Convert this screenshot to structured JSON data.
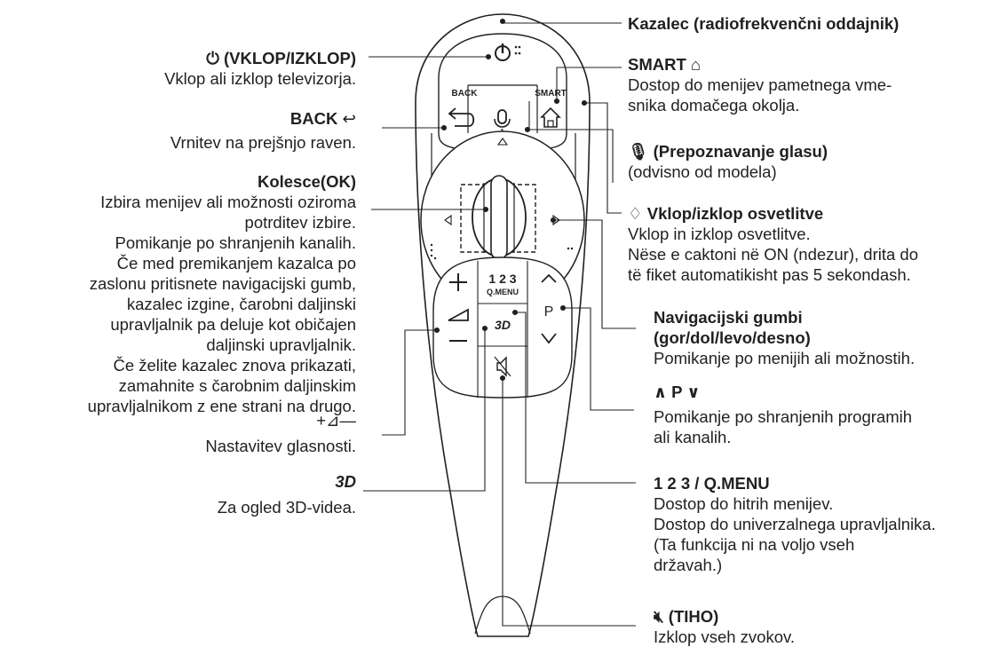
{
  "labels": {
    "power": {
      "title": "(VKLOP/IZKLOP)",
      "icon": "power-icon",
      "desc": [
        "Vklop ali izklop televizorja."
      ]
    },
    "back": {
      "title": "BACK",
      "icon": "back-arrow-icon",
      "desc": [
        "Vrnitev na prejšnjo raven."
      ]
    },
    "wheel": {
      "title": "Kolesce(OK)",
      "desc": [
        "Izbira menijev ali možnosti oziroma",
        "potrditev izbire.",
        "Pomikanje po shranjenih kanalih.",
        "Če med premikanjem kazalca po",
        "zaslonu pritisnete navigacijski gumb,",
        "kazalec izgine, čarobni daljinski",
        "upravljalnik pa deluje kot običajen",
        "daljinski upravljalnik.",
        "Če želite kazalec znova prikazati,",
        "zamahnite s čarobnim daljinskim",
        "upravljalnikom z ene strani na drugo."
      ]
    },
    "volume": {
      "symbol": "+⊿—",
      "desc": [
        "Nastavitev glasnosti."
      ]
    },
    "threed": {
      "symbol": "3D",
      "desc": [
        "Za ogled 3D-videa."
      ]
    },
    "pointer": {
      "title": "Kazalec (radiofrekvenčni oddajnik)"
    },
    "smart": {
      "title": "SMART",
      "icon": "home-icon",
      "desc": [
        "Dostop do menijev pametnega vme-",
        "snika domačega okolja."
      ]
    },
    "voice": {
      "title": "(Prepoznavanje glasu)",
      "icon": "microphone-icon",
      "desc": [
        "(odvisno od modela)"
      ]
    },
    "light": {
      "title": "Vklop/izklop osvetlitve",
      "icon": "light-bulb-icon",
      "desc": [
        "Vklop in izklop osvetlitve.",
        "Nëse e caktoni në ON (ndezur), drita do",
        "të fiket automatikisht pas 5 sekondash."
      ]
    },
    "nav": {
      "title": [
        "Navigacijski gumbi",
        "(gor/dol/levo/desno)"
      ],
      "desc": [
        "Pomikanje po menijih ali možnostih."
      ]
    },
    "program": {
      "title": "P",
      "desc": [
        "Pomikanje po shranjenih programih",
        "ali kanalih."
      ]
    },
    "qmenu": {
      "title": "1 2 3 / Q.MENU",
      "desc": [
        "Dostop do hitrih menijev.",
        "Dostop do univerzalnega upravljalnika.",
        "(Ta funkcija ni na voljo vseh",
        "državah.)"
      ]
    },
    "mute": {
      "title": "(TIHO)",
      "icon": "mute-icon",
      "desc": [
        "Izklop vseh zvokov."
      ]
    }
  },
  "remote": {
    "back_label": "BACK",
    "smart_label": "SMART",
    "numbers_label": "1 2 3",
    "qmenu_label": "Q.MENU",
    "threed_label": "3D",
    "p_label": "P"
  }
}
